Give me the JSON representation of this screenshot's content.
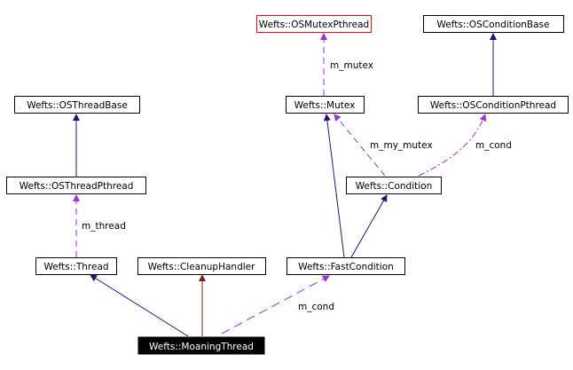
{
  "nodes": {
    "os_mutex_pthread": {
      "label": "Wefts::OSMutexPthread"
    },
    "os_condition_base": {
      "label": "Wefts::OSConditionBase"
    },
    "os_thread_base": {
      "label": "Wefts::OSThreadBase"
    },
    "mutex": {
      "label": "Wefts::Mutex"
    },
    "os_condition_pthread": {
      "label": "Wefts::OSConditionPthread"
    },
    "os_thread_pthread": {
      "label": "Wefts::OSThreadPthread"
    },
    "condition": {
      "label": "Wefts::Condition"
    },
    "thread": {
      "label": "Wefts::Thread"
    },
    "cleanup_handler": {
      "label": "Wefts::CleanupHandler"
    },
    "fast_condition": {
      "label": "Wefts::FastCondition"
    },
    "moaning_thread": {
      "label": "Wefts::MoaningThread"
    }
  },
  "edge_labels": {
    "m_mutex": "m_mutex",
    "m_my_mutex": "m_my_mutex",
    "condition_m_cond": "m_cond",
    "m_thread": "m_thread",
    "moaning_m_cond": "m_cond"
  },
  "colors": {
    "inheritance": "#191970",
    "private_inheritance": "#8b1a1a",
    "usage": "#9a32cd",
    "highlight_border": "#ff0000",
    "focus_fill": "#000000"
  }
}
